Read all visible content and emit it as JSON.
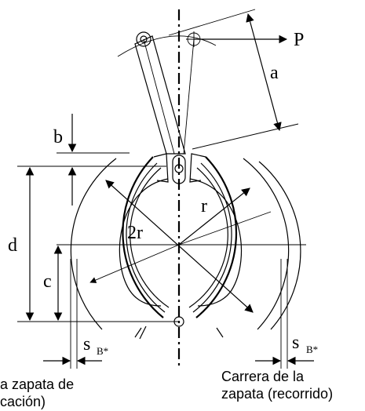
{
  "labels": {
    "P": "P",
    "a": "a",
    "b": "b",
    "d": "d",
    "c": "c",
    "r": "r",
    "two_r": "2r",
    "s_left": "s",
    "s_left_sub": "B*",
    "s_right": "s",
    "s_right_sub": "B*"
  },
  "captions": {
    "left_line1": "a zapata de",
    "left_line2": "cación)",
    "right_line1": "Carrera de la",
    "right_line2": "zapata (recorrido)"
  }
}
